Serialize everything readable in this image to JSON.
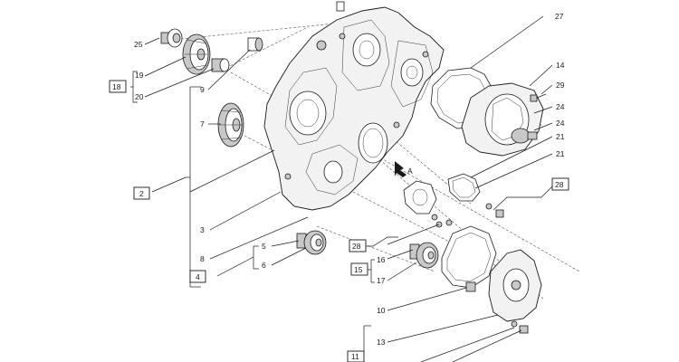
{
  "diagram": {
    "callouts": [
      {
        "id": "c25",
        "text": "25"
      },
      {
        "id": "c19",
        "text": "19"
      },
      {
        "id": "c18",
        "text": "18"
      },
      {
        "id": "c20",
        "text": "20"
      },
      {
        "id": "c9",
        "text": "9"
      },
      {
        "id": "c7",
        "text": "7"
      },
      {
        "id": "c2",
        "text": "2"
      },
      {
        "id": "c3",
        "text": "3"
      },
      {
        "id": "c8",
        "text": "8"
      },
      {
        "id": "c5",
        "text": "5"
      },
      {
        "id": "c6",
        "text": "6"
      },
      {
        "id": "c4",
        "text": "4"
      },
      {
        "id": "c27",
        "text": "27"
      },
      {
        "id": "c14",
        "text": "14"
      },
      {
        "id": "c29",
        "text": "29"
      },
      {
        "id": "c24a",
        "text": "24"
      },
      {
        "id": "c24b",
        "text": "24"
      },
      {
        "id": "c21a",
        "text": "21"
      },
      {
        "id": "c21b",
        "text": "21"
      },
      {
        "id": "c28a",
        "text": "28"
      },
      {
        "id": "c28b",
        "text": "28"
      },
      {
        "id": "c16",
        "text": "16"
      },
      {
        "id": "c15",
        "text": "15"
      },
      {
        "id": "c17",
        "text": "17"
      },
      {
        "id": "c10",
        "text": "10"
      },
      {
        "id": "c13",
        "text": "13"
      },
      {
        "id": "c11",
        "text": "11"
      }
    ],
    "view_marker": "A"
  }
}
